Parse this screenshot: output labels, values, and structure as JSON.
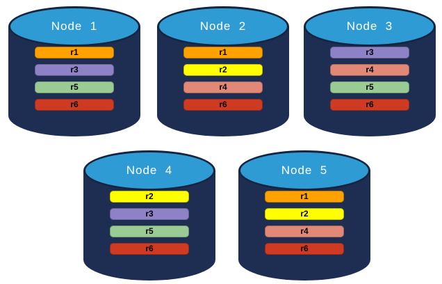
{
  "diagram": {
    "description": "Five database node cylinders holding replicated partitions r1-r6"
  },
  "colors": {
    "cylinder_body": "#1E2E52",
    "cylinder_outline": "#16253F",
    "cylinder_top": "#2E9BD5",
    "node_title_text": "#FFFFFF",
    "replica_label_text": "#000000",
    "replicas": {
      "r1": "#FFA200",
      "r2": "#FFFF00",
      "r3": "#8E82C6",
      "r4": "#E18877",
      "r5": "#9BCB95",
      "r6": "#CF3A22"
    }
  },
  "nodes": [
    {
      "label": "Node  1",
      "replicas": [
        "r1",
        "r3",
        "r5",
        "r6"
      ]
    },
    {
      "label": "Node  2",
      "replicas": [
        "r1",
        "r2",
        "r4",
        "r6"
      ]
    },
    {
      "label": "Node  3",
      "replicas": [
        "r3",
        "r4",
        "r5",
        "r6"
      ]
    },
    {
      "label": "Node  4",
      "replicas": [
        "r2",
        "r3",
        "r5",
        "r6"
      ]
    },
    {
      "label": "Node  5",
      "replicas": [
        "r1",
        "r2",
        "r4",
        "r6"
      ]
    }
  ]
}
